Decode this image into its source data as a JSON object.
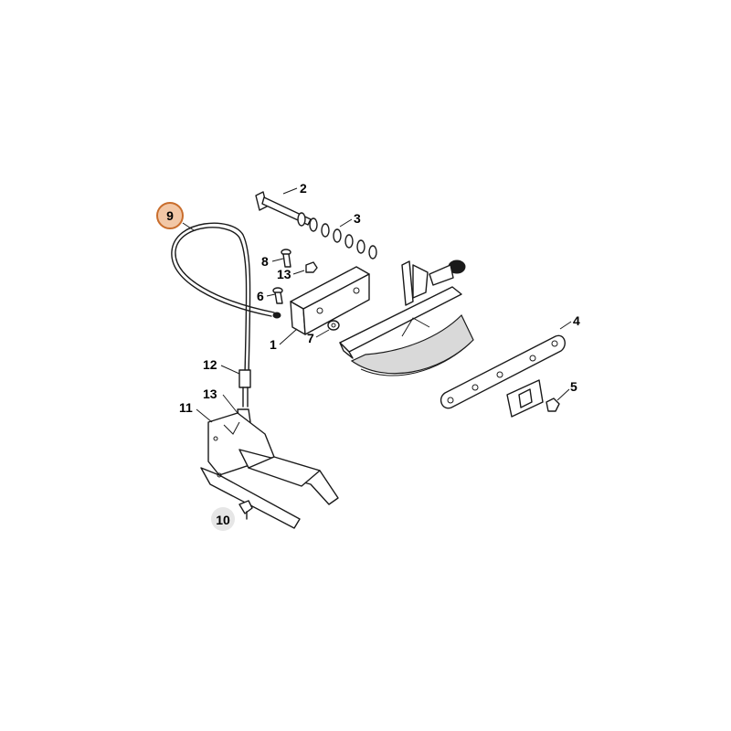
{
  "colors": {
    "highlight_fill": "#f2c7a6",
    "highlight_stroke": "#c96d2c",
    "faded_fill": "#e6e6e6",
    "faded_text": "#7a7a7a",
    "line": "#1a1a1a"
  },
  "labels": {
    "p1": "1",
    "p2": "2",
    "p3": "3",
    "p4": "4",
    "p5": "5",
    "p6": "6",
    "p7": "7",
    "p8": "8",
    "p9": "9",
    "p10": "10",
    "p11": "11",
    "p12": "12",
    "p13a": "13",
    "p13b": "13"
  },
  "highlighted_part": "9"
}
